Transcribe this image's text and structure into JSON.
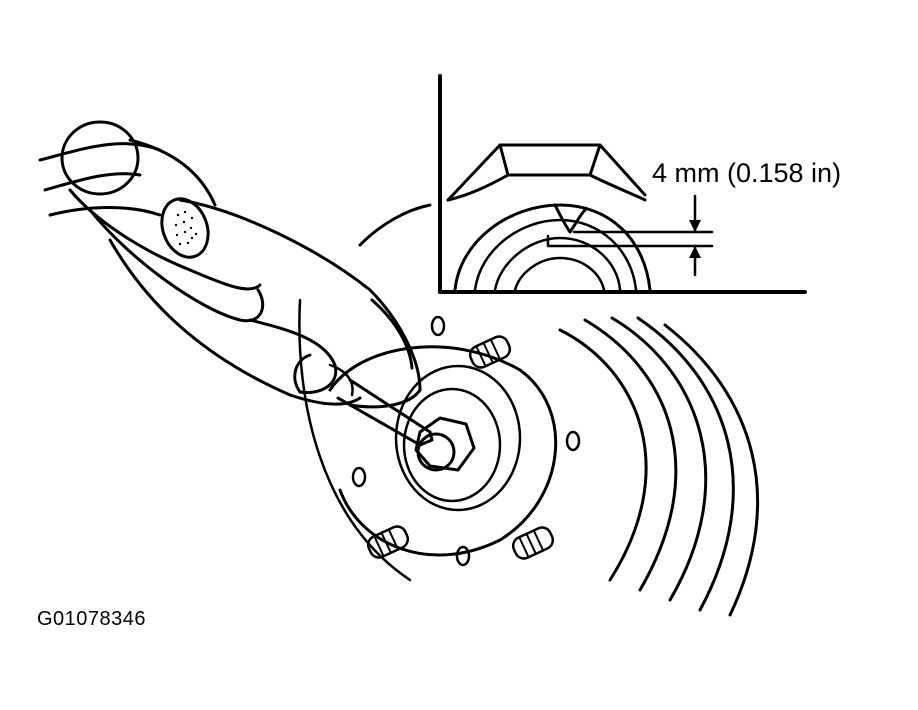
{
  "figure": {
    "figure_id": "G01078346",
    "dimension_callout": "4 mm (0.158 in)"
  },
  "colors": {
    "ink": "#000000",
    "paper": "#ffffff"
  },
  "elements": [
    "hammer-icon",
    "hand-icon",
    "punch-chisel-icon",
    "axle-hub-icon",
    "wheel-stud-icon",
    "lock-nut-icon",
    "staked-nut-detail-inset",
    "dimension-arrows-icon"
  ]
}
